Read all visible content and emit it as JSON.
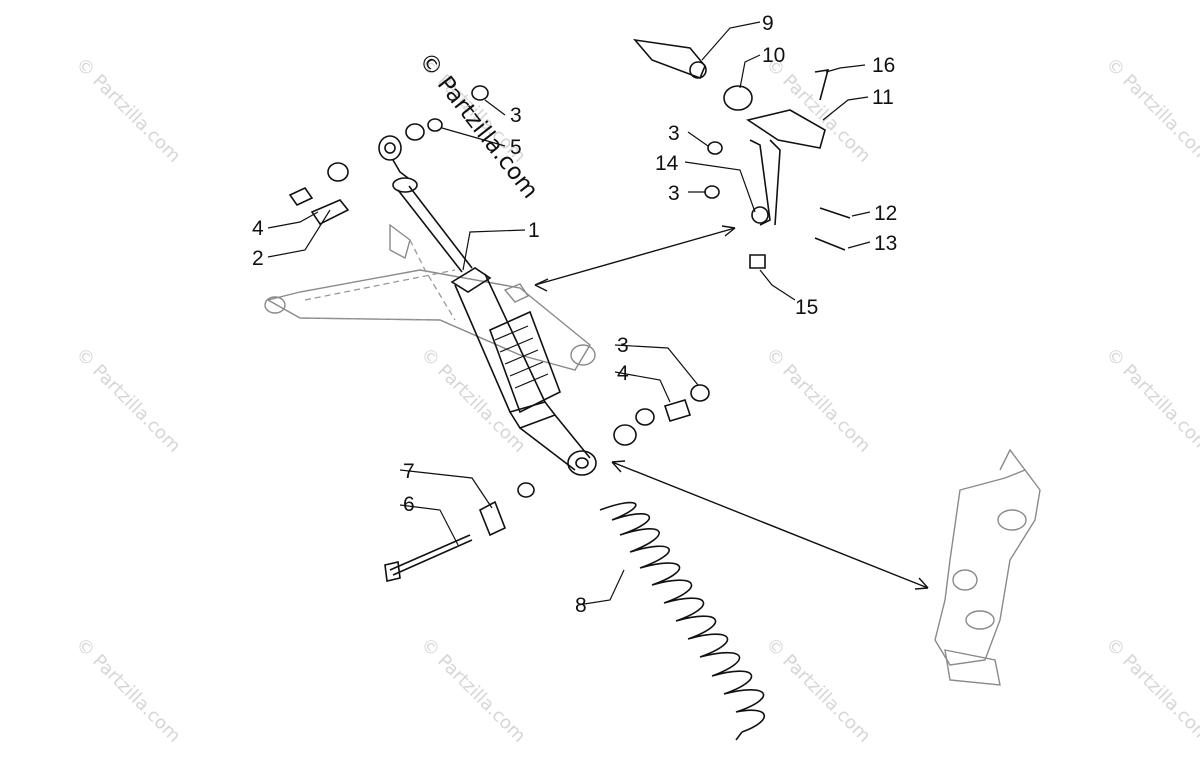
{
  "diagram": {
    "brand_watermark": "© Partzilla.com",
    "watermarks": [
      "© Partzilla.com",
      "© Partzilla.com",
      "© Partzilla.com",
      "© Partzilla.com",
      "© Partzilla.com",
      "© Partzilla.com",
      "© Partzilla.com",
      "© Partzilla.com",
      "© Partzilla.com",
      "© Partzilla.com",
      "© Partzilla.com",
      "© Partzilla.com"
    ],
    "callouts": {
      "c1": "1",
      "c2": "2",
      "c3a": "3",
      "c3b": "3",
      "c3c": "3",
      "c3d": "3",
      "c4a": "4",
      "c4b": "4",
      "c5": "5",
      "c6": "6",
      "c7": "7",
      "c8": "8",
      "c9": "9",
      "c10": "10",
      "c11": "11",
      "c12": "12",
      "c13": "13",
      "c14": "14",
      "c15": "15",
      "c16": "16"
    }
  }
}
